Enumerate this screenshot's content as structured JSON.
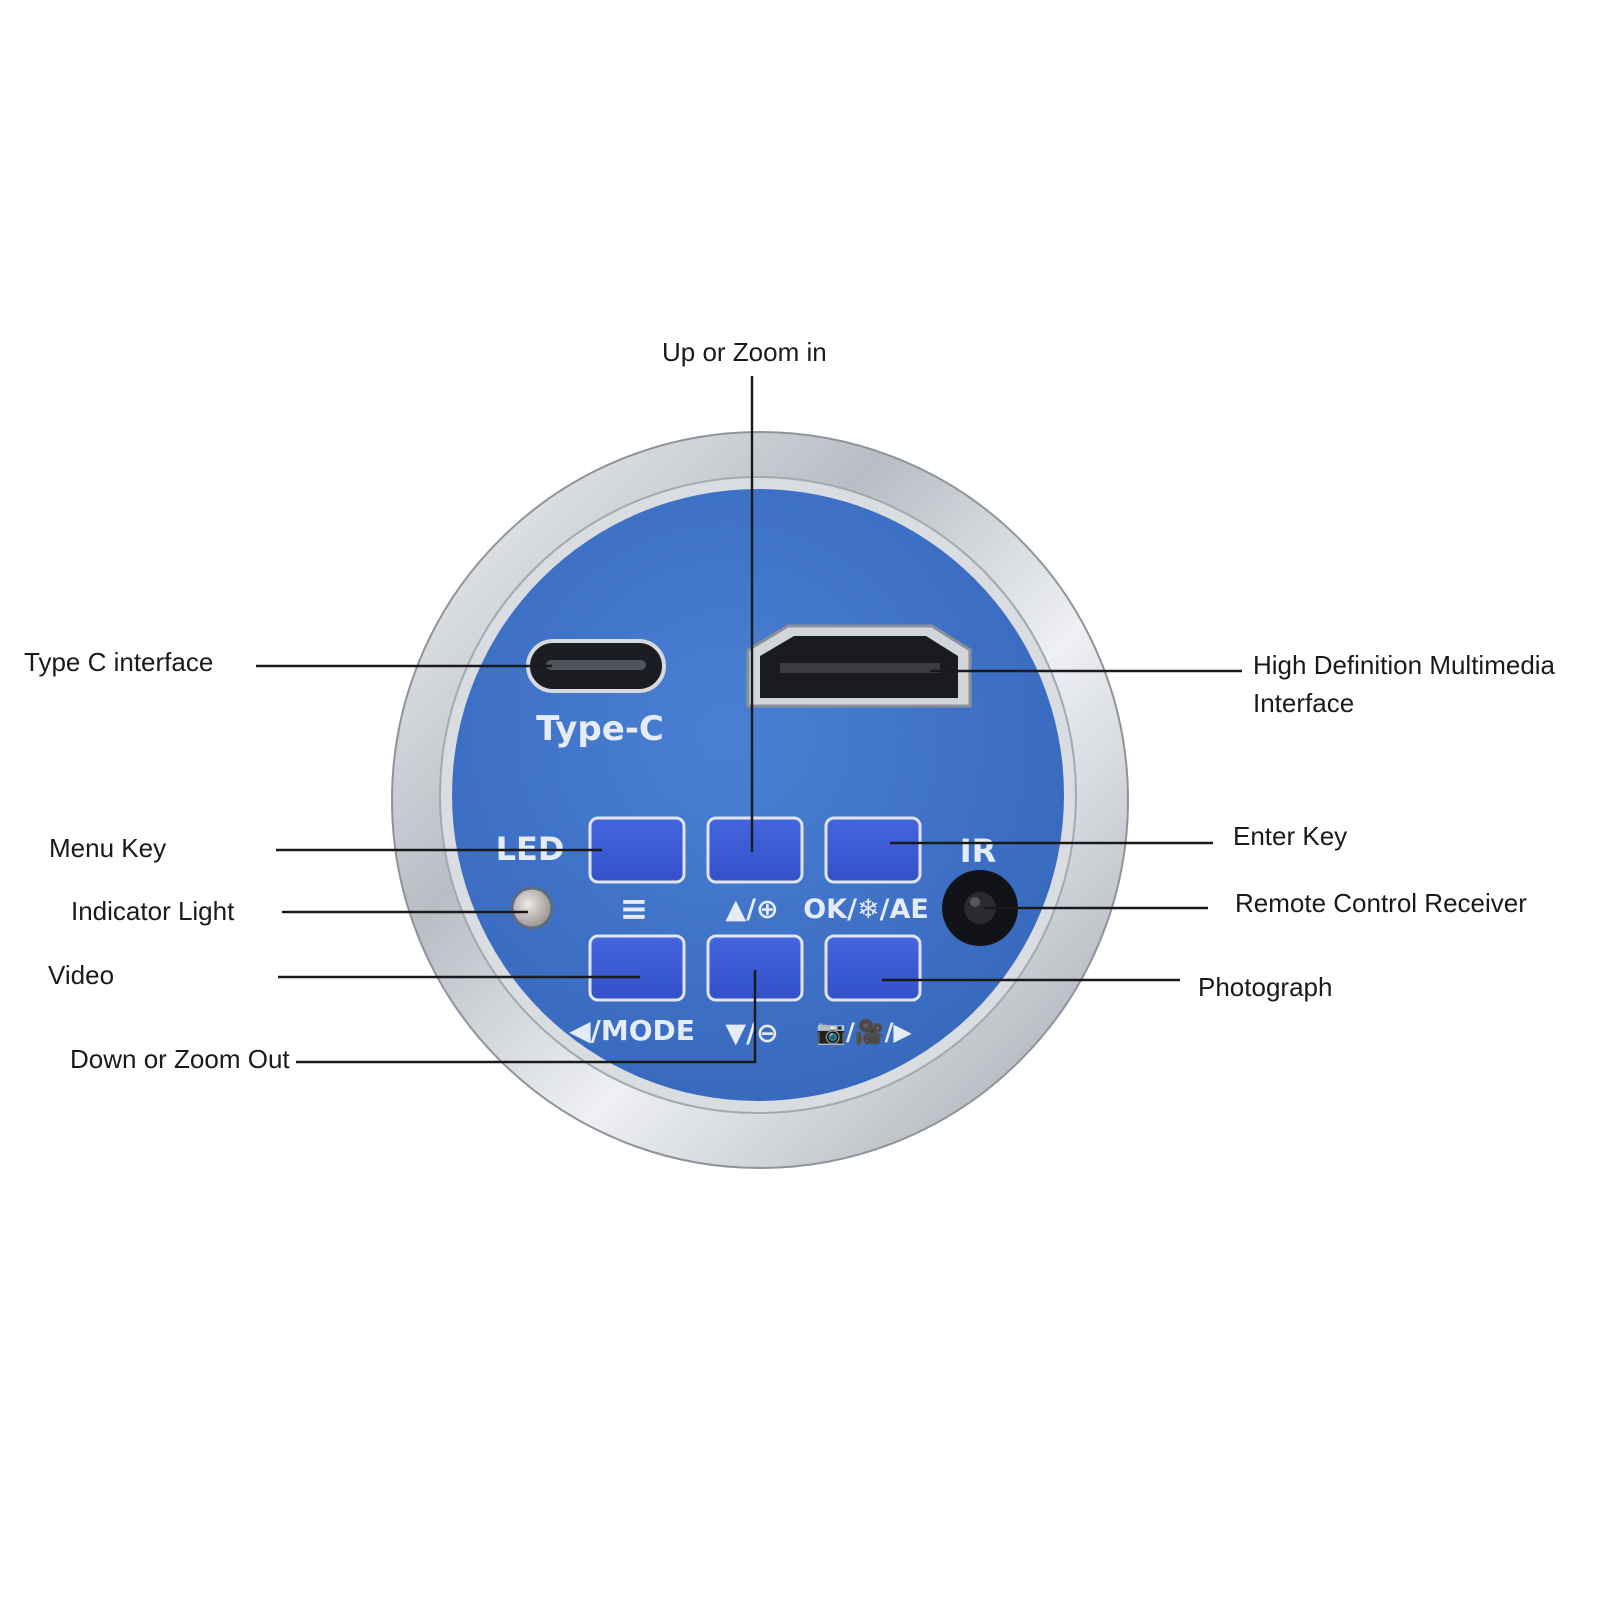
{
  "device": {
    "panel_color": "#3d72c8",
    "bezel_color": "#c8ccd2",
    "key_color": "#3b5bd6",
    "panel_labels": {
      "type_c": "Type-C",
      "led": "LED",
      "ir": "IR",
      "menu_symbol": "≡",
      "up_zoom": "▲/⊕",
      "ok_ae": "OK/❄/AE",
      "left_mode": "◀/MODE",
      "down_zoom": "▼/⊖",
      "photo_video": "📷/🎥/▶"
    }
  },
  "callouts": {
    "up_or_zoom_in": "Up or Zoom in",
    "type_c_interface": "Type C interface",
    "hdmi_line1": "High Definition Multimedia",
    "hdmi_line2": "Interface",
    "menu_key": "Menu Key",
    "enter_key": "Enter Key",
    "indicator_light": "Indicator Light",
    "remote_control_receiver": "Remote Control Receiver",
    "video": "Video",
    "photograph": "Photograph",
    "down_or_zoom_out": "Down or Zoom Out"
  }
}
